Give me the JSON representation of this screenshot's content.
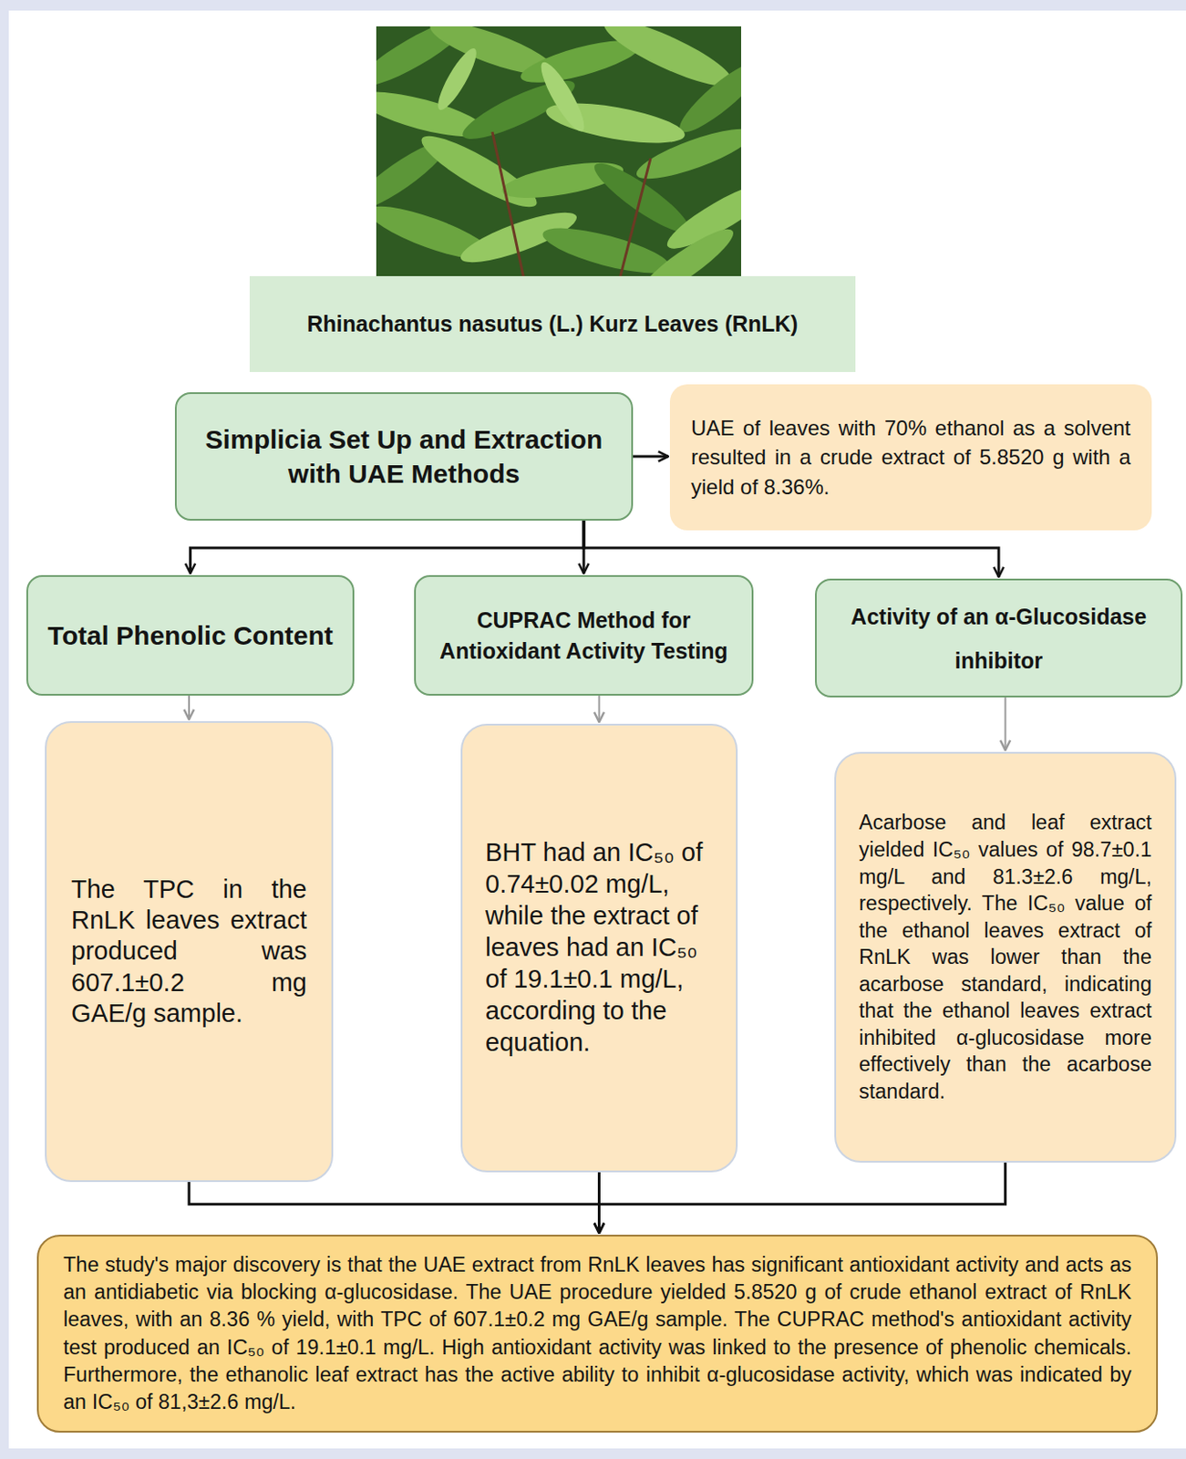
{
  "diagram": {
    "nodes": [
      {
        "text": [
          "Rhinachantus nasutus (L.) Kurz Leaves (RnLK)"
        ]
      },
      {
        "text": [
          "Simplicia Set Up and Extraction with UAE Methods"
        ]
      },
      {
        "text": [
          "UAE of leaves with 70% ethanol as a solvent resulted in a crude extract of 5.8520 g with a yield of 8.36%."
        ]
      },
      {
        "text": [
          "Total Phenolic Content"
        ]
      },
      {
        "text": [
          "CUPRAC Method for Antioxidant Activity Testing"
        ]
      },
      {
        "text": [
          "Activity of an α-Glucosidase inhibitor"
        ]
      },
      {
        "text": [
          "The TPC in the RnLK leaves extract produced was 607.1±0.2 mg GAE/g sample."
        ]
      },
      {
        "text": [
          "BHT had an IC₅₀ of 0.74±0.02 mg/L, while the extract of leaves had an IC₅₀ of 19.1±0.1 mg/L, according to the equation."
        ]
      },
      {
        "text": [
          "Acarbose and leaf extract yielded IC₅₀ values of 98.7±0.1 mg/L and 81.3±2.6 mg/L, respectively. The IC₅₀ value of the ethanol leaves extract of RnLK was lower than the acarbose standard, indicating that the ethanol leaves extract inhibited α-glucosidase more effectively than the acarbose standard."
        ]
      },
      {
        "text": [
          "The study's major discovery is that the UAE extract from RnLK leaves has significant antioxidant activity and acts as an antidiabetic via blocking α-glucosidase. The UAE procedure yielded 5.8520 g of crude ethanol extract of RnLK leaves, with an 8.36 % yield, with TPC of 607.1±0.2 mg GAE/g sample. The CUPRAC method's antioxidant activity test produced an IC₅₀ of 19.1±0.1 mg/L. High antioxidant activity was linked to the presence of phenolic chemicals. Furthermore, the ethanolic leaf extract has the active ability to inhibit α-glucosidase activity, which was indicated by an IC₅₀ of 81,3±2.6 mg/L."
        ]
      }
    ],
    "edges": [
      {
        "from": 1,
        "to": 2,
        "arrow": "to"
      },
      {
        "from": 1,
        "to": 3,
        "arrow": "to"
      },
      {
        "from": 1,
        "to": 4,
        "arrow": "to"
      },
      {
        "from": 1,
        "to": 5,
        "arrow": "to"
      },
      {
        "from": 3,
        "to": 6,
        "arrow": "to"
      },
      {
        "from": 4,
        "to": 7,
        "arrow": "to"
      },
      {
        "from": 5,
        "to": 8,
        "arrow": "to"
      },
      {
        "from": 6,
        "to": 9,
        "arrow": "to"
      },
      {
        "from": 7,
        "to": 9,
        "arrow": "to"
      },
      {
        "from": 8,
        "to": 9,
        "arrow": "to"
      }
    ]
  }
}
